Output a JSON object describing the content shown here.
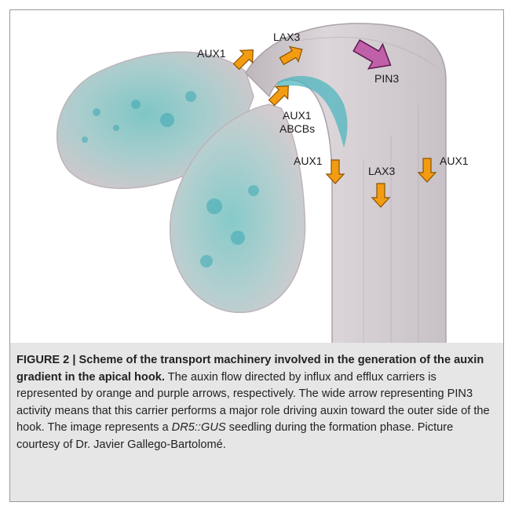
{
  "figure": {
    "labels": {
      "aux1_top": "AUX1",
      "lax3_top": "LAX3",
      "pin3": "PIN3",
      "aux1_inner": "AUX1",
      "abcbs": "ABCBs",
      "aux1_left": "AUX1",
      "lax3_mid": "LAX3",
      "aux1_right": "AUX1"
    },
    "colors": {
      "influx_arrow": "#f39c12",
      "efflux_arrow": "#c060a8",
      "gus_stain": "#3ab0b8",
      "tissue": "#d4ccd0"
    }
  },
  "caption": {
    "title": "FIGURE 2 | Scheme of the transport machinery involved in the generation of the auxin gradient in the apical hook.",
    "text_1": " The auxin flow directed by influx and efflux carriers is represented by orange and purple arrows, respectively. The wide arrow representing PIN3 activity means that this carrier performs a major role driving auxin toward the outer side of the hook. The image represents a ",
    "italic": "DR5::GUS",
    "text_2": " seedling during the formation phase. Picture courtesy of Dr. Javier Gallego-Bartolomé."
  }
}
